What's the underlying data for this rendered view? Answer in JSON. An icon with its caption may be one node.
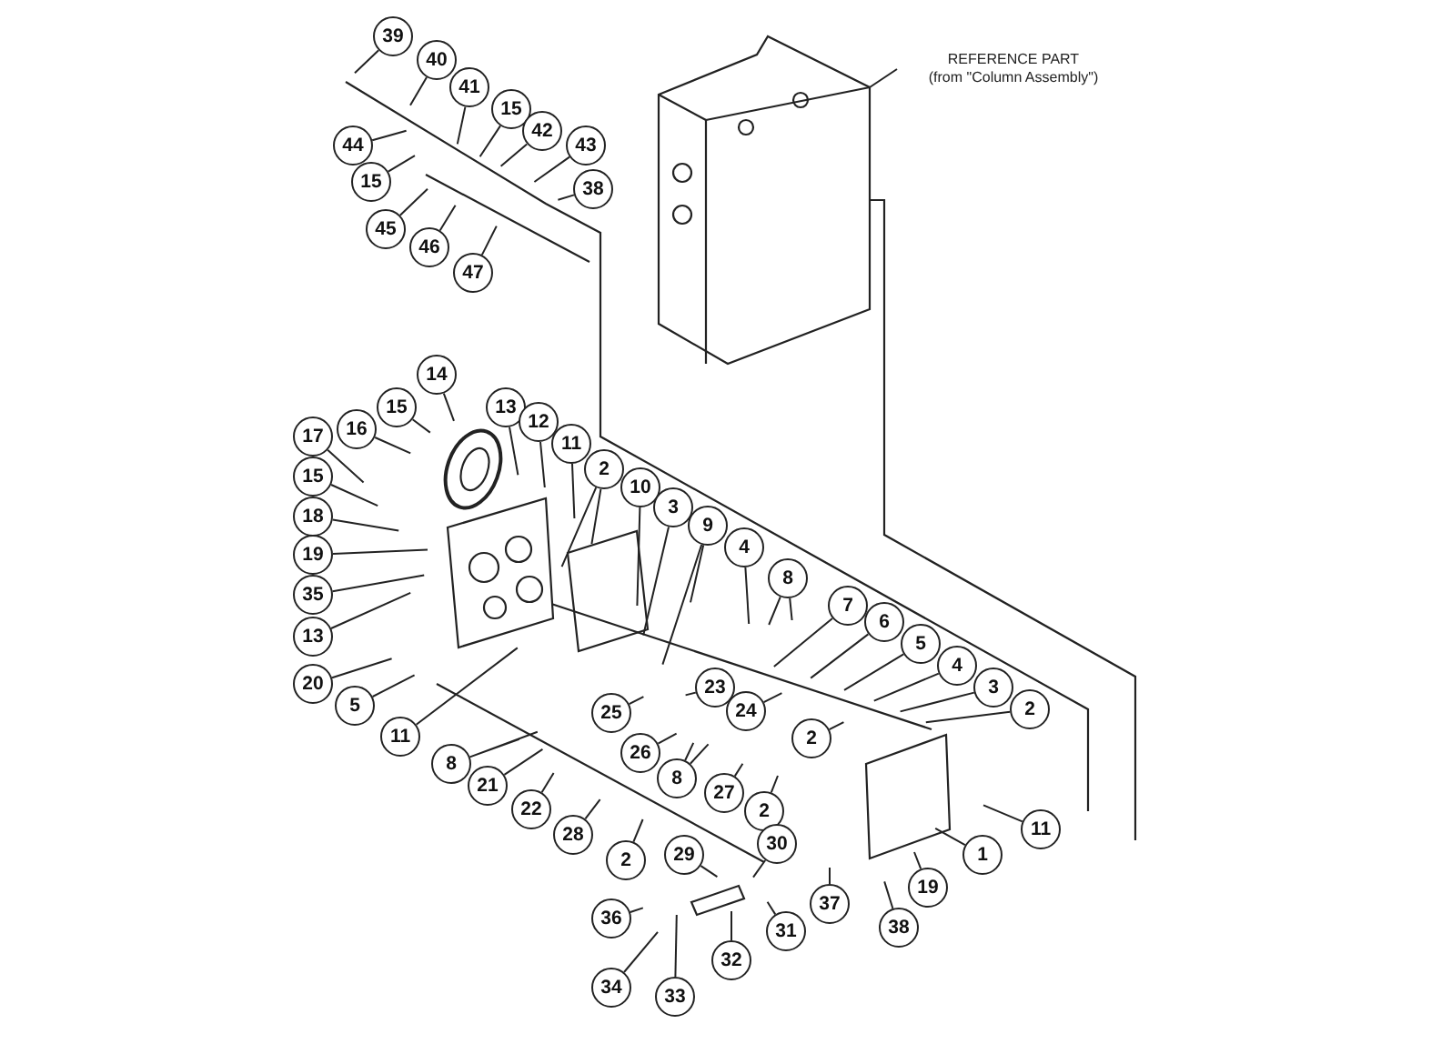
{
  "diagram": {
    "nodes": [
      {
        "text": [
          "39"
        ]
      },
      {
        "text": [
          "40"
        ]
      },
      {
        "text": [
          "41"
        ]
      },
      {
        "text": [
          "15"
        ]
      },
      {
        "text": [
          "42"
        ]
      },
      {
        "text": [
          "43"
        ]
      },
      {
        "text": [
          "38"
        ]
      },
      {
        "text": [
          "44"
        ]
      },
      {
        "text": [
          "15"
        ]
      },
      {
        "text": [
          "45"
        ]
      },
      {
        "text": [
          "46"
        ]
      },
      {
        "text": [
          "47"
        ]
      },
      {
        "text": [
          "REFERENCE PART",
          "(from \"Column Assembly\")"
        ]
      },
      {
        "text": [],
        "shape": "picture"
      },
      {
        "text": [
          "14"
        ]
      },
      {
        "text": [
          "15"
        ]
      },
      {
        "text": [
          "13"
        ]
      },
      {
        "text": [
          "12"
        ]
      },
      {
        "text": [
          "16"
        ]
      },
      {
        "text": [
          "17"
        ]
      },
      {
        "text": [
          "11"
        ]
      },
      {
        "text": [
          "2"
        ]
      },
      {
        "text": [
          "10"
        ]
      },
      {
        "text": [
          "15"
        ]
      },
      {
        "text": [
          "3"
        ]
      },
      {
        "text": [
          "9"
        ]
      },
      {
        "text": [
          "18"
        ]
      },
      {
        "text": [
          "4"
        ]
      },
      {
        "text": [
          "8"
        ]
      },
      {
        "text": [
          "19"
        ]
      },
      {
        "text": [
          "7"
        ]
      },
      {
        "text": [
          "35"
        ]
      },
      {
        "text": [
          "6"
        ]
      },
      {
        "text": [
          "13"
        ]
      },
      {
        "text": [
          "5"
        ]
      },
      {
        "text": [
          "20"
        ]
      },
      {
        "text": [
          "4"
        ]
      },
      {
        "text": [
          "3"
        ]
      },
      {
        "text": [
          "5"
        ]
      },
      {
        "text": [
          "2"
        ]
      },
      {
        "text": [
          "23"
        ]
      },
      {
        "text": [
          "24"
        ]
      },
      {
        "text": [
          "25"
        ]
      },
      {
        "text": [
          "26"
        ]
      },
      {
        "text": [
          "11"
        ]
      },
      {
        "text": [
          "8"
        ]
      },
      {
        "text": [
          "2"
        ]
      },
      {
        "text": [
          "27"
        ]
      },
      {
        "text": [
          "8"
        ]
      },
      {
        "text": [
          "2"
        ]
      },
      {
        "text": [
          "21"
        ]
      },
      {
        "text": [
          "22"
        ]
      },
      {
        "text": [
          "28"
        ]
      },
      {
        "text": [
          "2"
        ]
      },
      {
        "text": [
          "29"
        ]
      },
      {
        "text": [
          "30"
        ]
      },
      {
        "text": [
          "11"
        ]
      },
      {
        "text": [
          "1"
        ]
      },
      {
        "text": [
          "19"
        ]
      },
      {
        "text": [
          "37"
        ]
      },
      {
        "text": [
          "38"
        ]
      },
      {
        "text": [
          "31"
        ]
      },
      {
        "text": [
          "36"
        ]
      },
      {
        "text": [
          "32"
        ]
      },
      {
        "text": [
          "34"
        ]
      },
      {
        "text": [
          "33"
        ]
      }
    ],
    "edges": [
      {
        "from": 0,
        "to": null,
        "arrow": "none"
      },
      {
        "from": 1,
        "to": null,
        "arrow": "none"
      },
      {
        "from": 2,
        "to": null,
        "arrow": "none"
      },
      {
        "from": 3,
        "to": null,
        "arrow": "none"
      },
      {
        "from": 4,
        "to": null,
        "arrow": "none"
      },
      {
        "from": 5,
        "to": null,
        "arrow": "none"
      },
      {
        "from": 6,
        "to": null,
        "arrow": "none"
      },
      {
        "from": 7,
        "to": null,
        "arrow": "none"
      },
      {
        "from": 8,
        "to": null,
        "arrow": "none"
      },
      {
        "from": 9,
        "to": null,
        "arrow": "none"
      },
      {
        "from": 10,
        "to": null,
        "arrow": "none"
      },
      {
        "from": 11,
        "to": null,
        "arrow": "none"
      },
      {
        "from": 12,
        "to": 13,
        "arrow": "none"
      },
      {
        "from": 14,
        "to": null,
        "arrow": "none"
      },
      {
        "from": 15,
        "to": null,
        "arrow": "none"
      },
      {
        "from": 16,
        "to": null,
        "arrow": "none"
      },
      {
        "from": 17,
        "to": null,
        "arrow": "none"
      },
      {
        "from": 18,
        "to": null,
        "arrow": "none"
      },
      {
        "from": 19,
        "to": null,
        "arrow": "none"
      },
      {
        "from": 20,
        "to": null,
        "arrow": "none"
      },
      {
        "from": 21,
        "to": null,
        "arrow": "none"
      },
      {
        "from": 22,
        "to": null,
        "arrow": "none"
      },
      {
        "from": 23,
        "to": null,
        "arrow": "none"
      },
      {
        "from": 24,
        "to": null,
        "arrow": "none"
      },
      {
        "from": 25,
        "to": null,
        "arrow": "none"
      },
      {
        "from": 26,
        "to": null,
        "arrow": "none"
      },
      {
        "from": 27,
        "to": null,
        "arrow": "none"
      },
      {
        "from": 28,
        "to": null,
        "arrow": "none"
      },
      {
        "from": 29,
        "to": null,
        "arrow": "none"
      },
      {
        "from": 30,
        "to": null,
        "arrow": "none"
      },
      {
        "from": 31,
        "to": null,
        "arrow": "none"
      },
      {
        "from": 32,
        "to": null,
        "arrow": "none"
      },
      {
        "from": 33,
        "to": null,
        "arrow": "none"
      },
      {
        "from": 34,
        "to": null,
        "arrow": "none"
      },
      {
        "from": 35,
        "to": null,
        "arrow": "none"
      },
      {
        "from": 36,
        "to": null,
        "arrow": "none"
      },
      {
        "from": 37,
        "to": null,
        "arrow": "none"
      },
      {
        "from": 38,
        "to": null,
        "arrow": "none"
      },
      {
        "from": 39,
        "to": null,
        "arrow": "none"
      },
      {
        "from": 40,
        "to": null,
        "arrow": "none"
      },
      {
        "from": 41,
        "to": null,
        "arrow": "none"
      },
      {
        "from": 42,
        "to": null,
        "arrow": "none"
      },
      {
        "from": 43,
        "to": null,
        "arrow": "none"
      },
      {
        "from": 44,
        "to": null,
        "arrow": "none"
      },
      {
        "from": 45,
        "to": null,
        "arrow": "none"
      },
      {
        "from": 46,
        "to": null,
        "arrow": "none"
      },
      {
        "from": 47,
        "to": null,
        "arrow": "none"
      },
      {
        "from": 48,
        "to": null,
        "arrow": "none"
      },
      {
        "from": 49,
        "to": null,
        "arrow": "none"
      },
      {
        "from": 50,
        "to": null,
        "arrow": "none"
      },
      {
        "from": 51,
        "to": null,
        "arrow": "none"
      },
      {
        "from": 52,
        "to": null,
        "arrow": "none"
      },
      {
        "from": 53,
        "to": null,
        "arrow": "none"
      },
      {
        "from": 54,
        "to": null,
        "arrow": "none"
      },
      {
        "from": 55,
        "to": null,
        "arrow": "none"
      },
      {
        "from": 56,
        "to": null,
        "arrow": "none"
      },
      {
        "from": 57,
        "to": null,
        "arrow": "none"
      },
      {
        "from": 58,
        "to": null,
        "arrow": "none"
      },
      {
        "from": 59,
        "to": null,
        "arrow": "none"
      },
      {
        "from": 60,
        "to": null,
        "arrow": "none"
      },
      {
        "from": 61,
        "to": null,
        "arrow": "none"
      },
      {
        "from": 62,
        "to": null,
        "arrow": "none"
      },
      {
        "from": 63,
        "to": null,
        "arrow": "none"
      },
      {
        "from": 64,
        "to": null,
        "arrow": "none"
      },
      {
        "from": 65,
        "to": null,
        "arrow": "none"
      }
    ]
  }
}
